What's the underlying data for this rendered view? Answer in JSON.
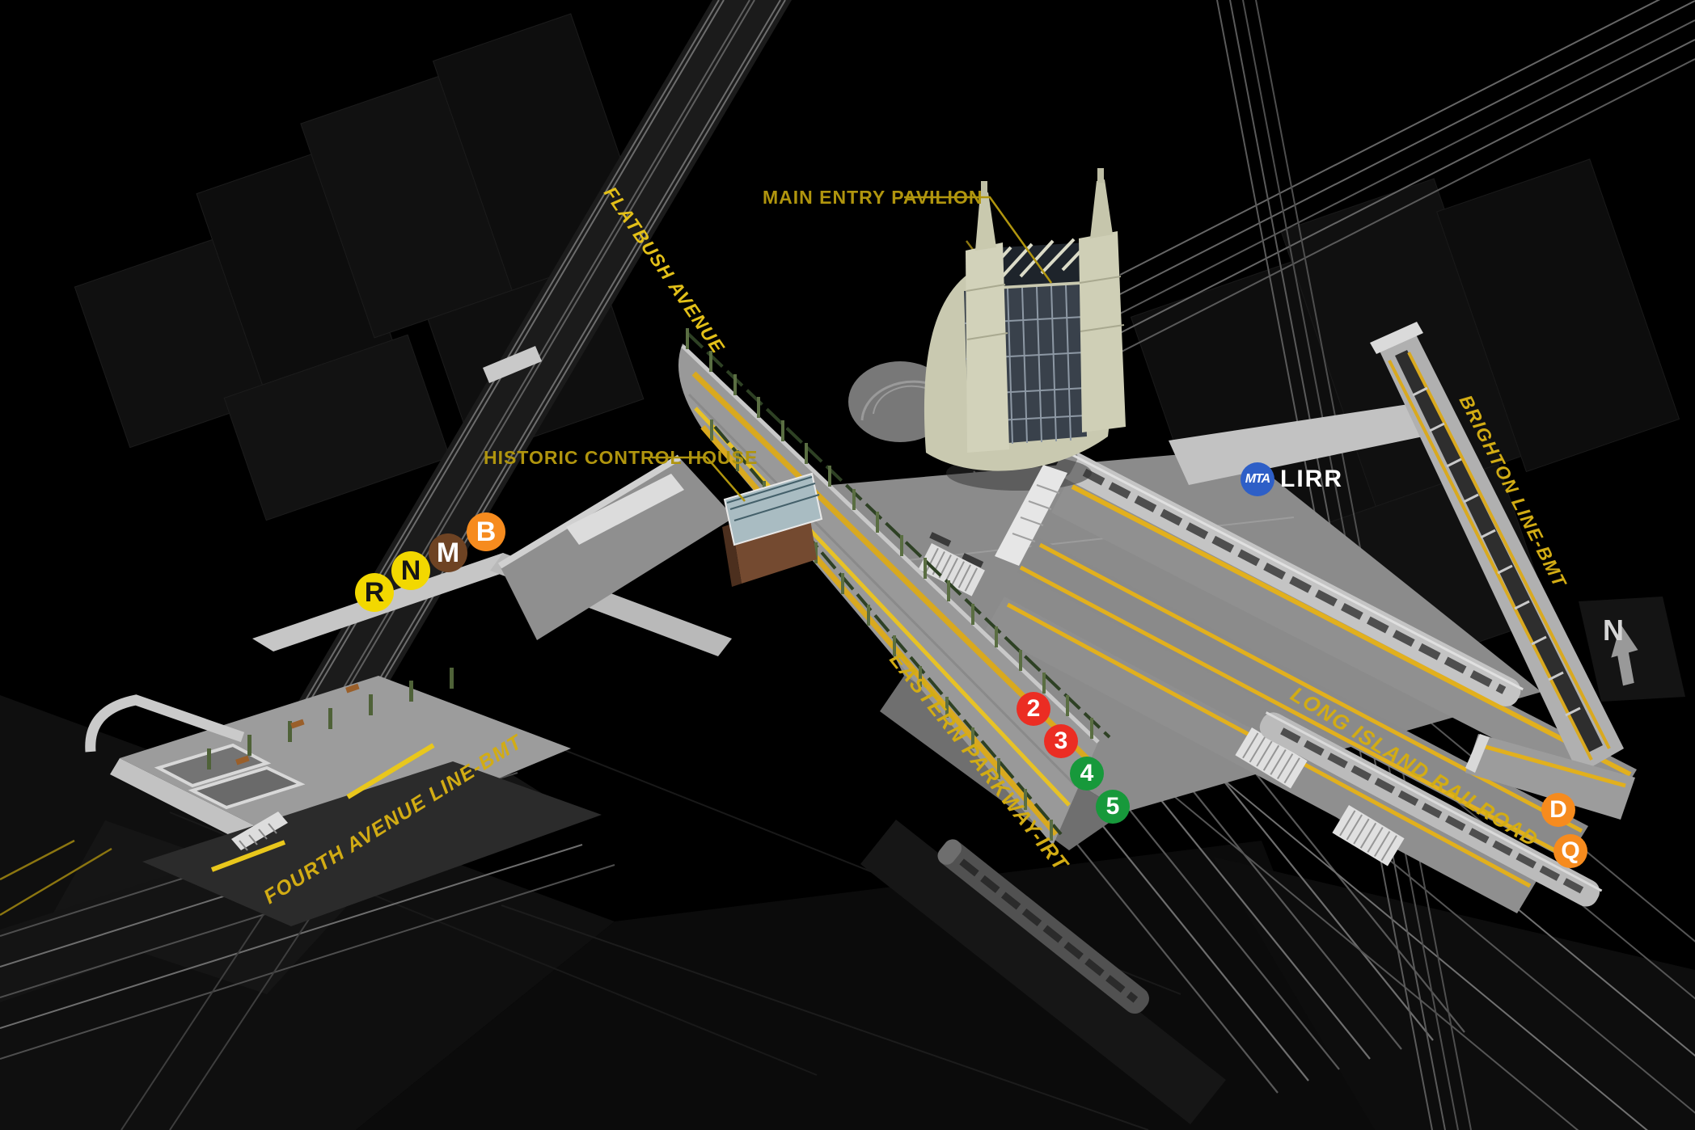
{
  "scene": {
    "colors": {
      "background": "#000000",
      "street_label_gold": "#D2AC14",
      "flatbush_label_yellow": "#E3C018",
      "annotation_gold": "#B0950E",
      "platform_edge_yellow": "#E2B01D",
      "column_green": "#5A6E42",
      "structure_grey": "#9A9A9A",
      "pavilion_cream": "#C9C9B0"
    }
  },
  "labels": {
    "flatbush_avenue": "FLATBUSH AVENUE",
    "fourth_avenue_line": "FOURTH AVENUE LINE-BMT",
    "eastern_parkway": "EASTERN PARKWAY-IRT",
    "long_island_railroad": "LONG ISLAND RAILROAD",
    "brighton_line": "BRIGHTON LINE-BMT"
  },
  "callouts": {
    "main_entry_pavilion": "MAIN ENTRY PAVILION",
    "historic_control_house": "HISTORIC CONTROL HOUSE"
  },
  "railroad_badge": {
    "logo": "MTA",
    "name": "LIRR",
    "logo_bg": "#2E5FC7",
    "text_color": "#FFFFFF"
  },
  "compass": {
    "north": "N"
  },
  "subway_bullets": {
    "bmt_fourth_avenue": [
      {
        "route": "R",
        "bg": "#F2D800",
        "fg": "#161616"
      },
      {
        "route": "N",
        "bg": "#F2D800",
        "fg": "#161616"
      },
      {
        "route": "M",
        "bg": "#6E4323",
        "fg": "#FFFFFF"
      },
      {
        "route": "B",
        "bg": "#F68B1E",
        "fg": "#FFFFFF"
      }
    ],
    "irt_eastern_parkway": [
      {
        "route": "2",
        "bg": "#EB2D23",
        "fg": "#FFFFFF"
      },
      {
        "route": "3",
        "bg": "#EB2D23",
        "fg": "#FFFFFF"
      },
      {
        "route": "4",
        "bg": "#17993B",
        "fg": "#FFFFFF"
      },
      {
        "route": "5",
        "bg": "#17993B",
        "fg": "#FFFFFF"
      }
    ],
    "bmt_brighton": [
      {
        "route": "D",
        "bg": "#F68B1E",
        "fg": "#FFFFFF"
      },
      {
        "route": "Q",
        "bg": "#F68B1E",
        "fg": "#FFFFFF"
      }
    ]
  }
}
